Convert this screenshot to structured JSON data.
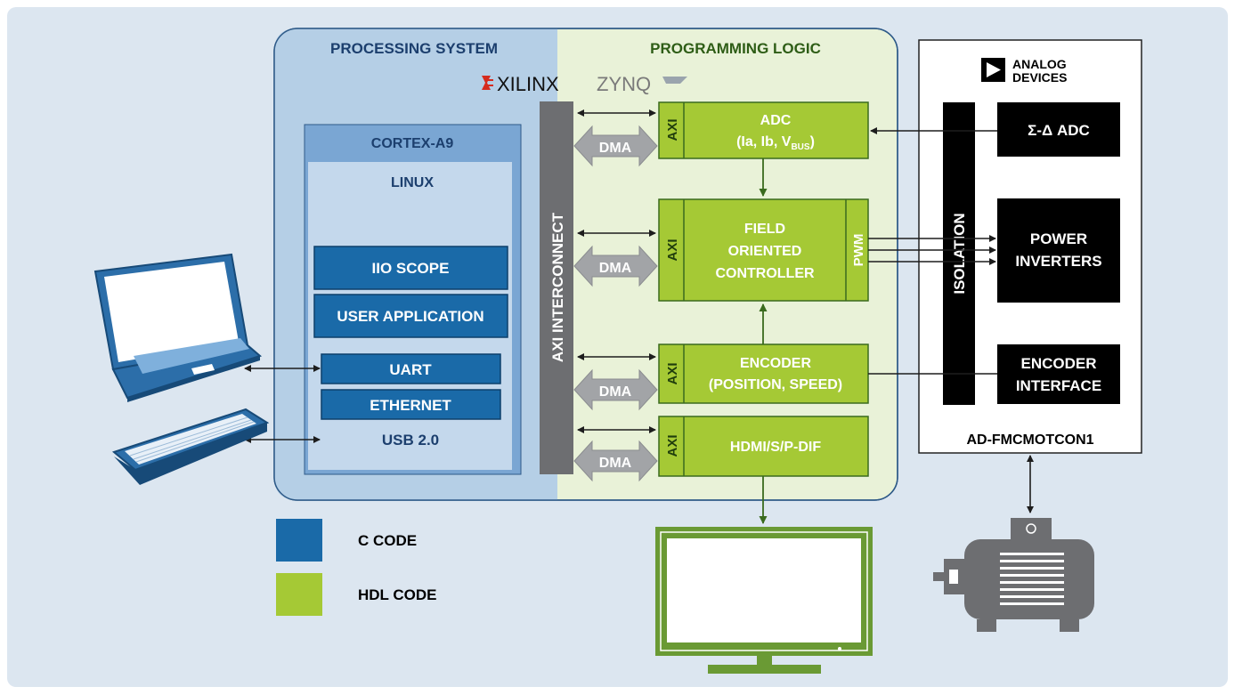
{
  "processing_system": {
    "title": "PROCESSING SYSTEM",
    "cpu": "CORTEX-A9",
    "os": "LINUX",
    "modules": [
      "IIO SCOPE",
      "USER APPLICATION",
      "UART",
      "ETHERNET"
    ],
    "usb": "USB 2.0"
  },
  "programming_logic": {
    "title": "PROGRAMMING LOGIC",
    "interconnect": "AXI INTERCONNECT",
    "dma_label": "DMA",
    "axi_label": "AXI",
    "blocks": {
      "adc": {
        "line1": "ADC",
        "line2_prefix": "(Ia, Ib, V",
        "line2_sub": "BUS",
        "line2_suffix": ")"
      },
      "foc": {
        "lines": [
          "FIELD",
          "ORIENTED",
          "CONTROLLER"
        ],
        "pwm": "PWM"
      },
      "encoder": {
        "lines": [
          "ENCODER",
          "(POSITION, SPEED)"
        ]
      },
      "hdmi": {
        "label": "HDMI/S/P-DIF"
      }
    }
  },
  "brands": {
    "xilinx": "XILINX",
    "zynq": "ZYNQ",
    "analog_devices": [
      "ANALOG",
      "DEVICES"
    ]
  },
  "fmc_board": {
    "name": "AD-FMCMOTCON1",
    "isolation": "ISOLATION",
    "sigma_delta_adc": "Σ-Δ ADC",
    "power_inverters": [
      "POWER",
      "INVERTERS"
    ],
    "encoder_interface": [
      "ENCODER",
      "INTERFACE"
    ]
  },
  "legend": [
    {
      "label": "C CODE",
      "color": "#1a6aa8"
    },
    {
      "label": "HDL CODE",
      "color": "#a5c935"
    }
  ],
  "colors": {
    "background": "#dce6f0",
    "ps_panel": "#b5cfe6",
    "pl_panel": "#e9f2d8",
    "c_code_blue": "#1a6aa8",
    "hdl_green": "#a5c935",
    "interconnect_gray": "#6d6e71",
    "board_black": "#000000",
    "device_blue": "#2c6ea9",
    "monitor_green": "#6a9a34",
    "motor_gray": "#6d6e71",
    "arrow_green": "#3a6b1e"
  },
  "icons": [
    "laptop-icon",
    "keyboard-icon",
    "monitor-icon",
    "motor-icon",
    "xilinx-logo-icon",
    "analog-devices-logo-icon"
  ]
}
